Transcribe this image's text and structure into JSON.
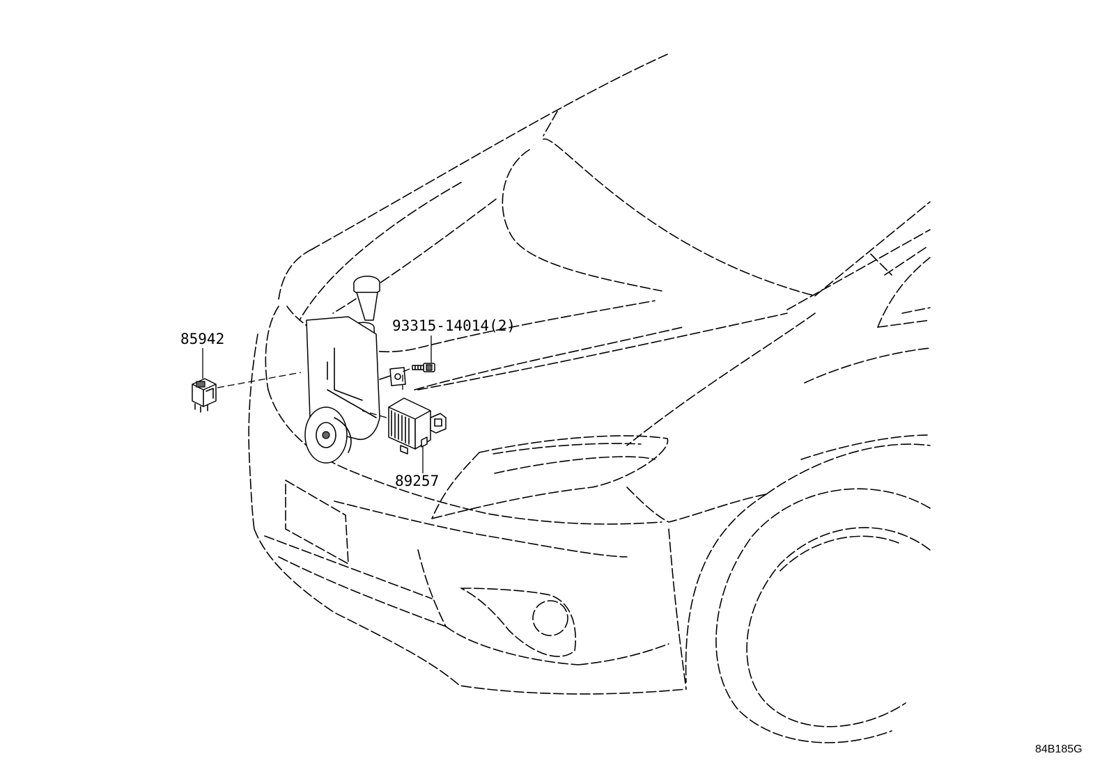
{
  "callouts": {
    "relay": "85942",
    "bolt": "93315-14014(2)",
    "sensor": "89257"
  },
  "figure_code": "84B185G"
}
